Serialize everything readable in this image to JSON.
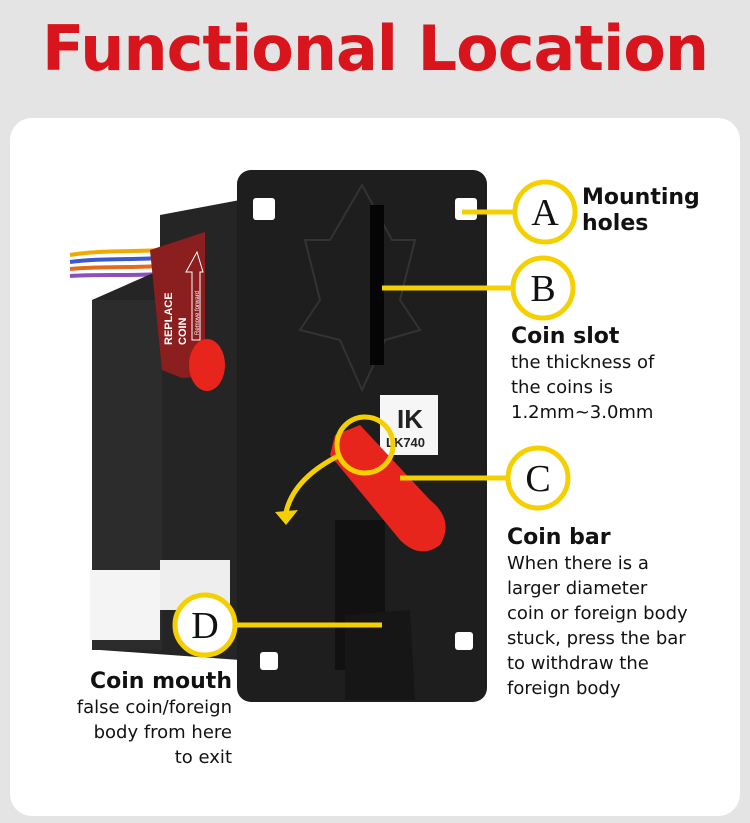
{
  "title": "Functional Location",
  "device": {
    "logo": "IK",
    "model": "LK740",
    "sticker_line1": "REPLACE",
    "sticker_line2": "COIN",
    "sticker_small": "Remove forward"
  },
  "callouts": [
    {
      "letter": "A",
      "heading": "Mounting holes",
      "lines": []
    },
    {
      "letter": "B",
      "heading": "Coin slot",
      "lines": [
        "the thickness of",
        "the coins is",
        "1.2mm~3.0mm"
      ]
    },
    {
      "letter": "C",
      "heading": "Coin bar",
      "lines": [
        "When there is a",
        "larger diameter",
        "coin or foreign body",
        "stuck, press the bar",
        "to withdraw the",
        "foreign body"
      ]
    },
    {
      "letter": "D",
      "heading": "Coin mouth",
      "lines": [
        "false coin/foreign",
        "body from here",
        "to exit"
      ]
    }
  ],
  "colors": {
    "title": "#d8141c",
    "accent": "#f5d000",
    "device": "#1e1e1e",
    "lever": "#e8251c"
  }
}
